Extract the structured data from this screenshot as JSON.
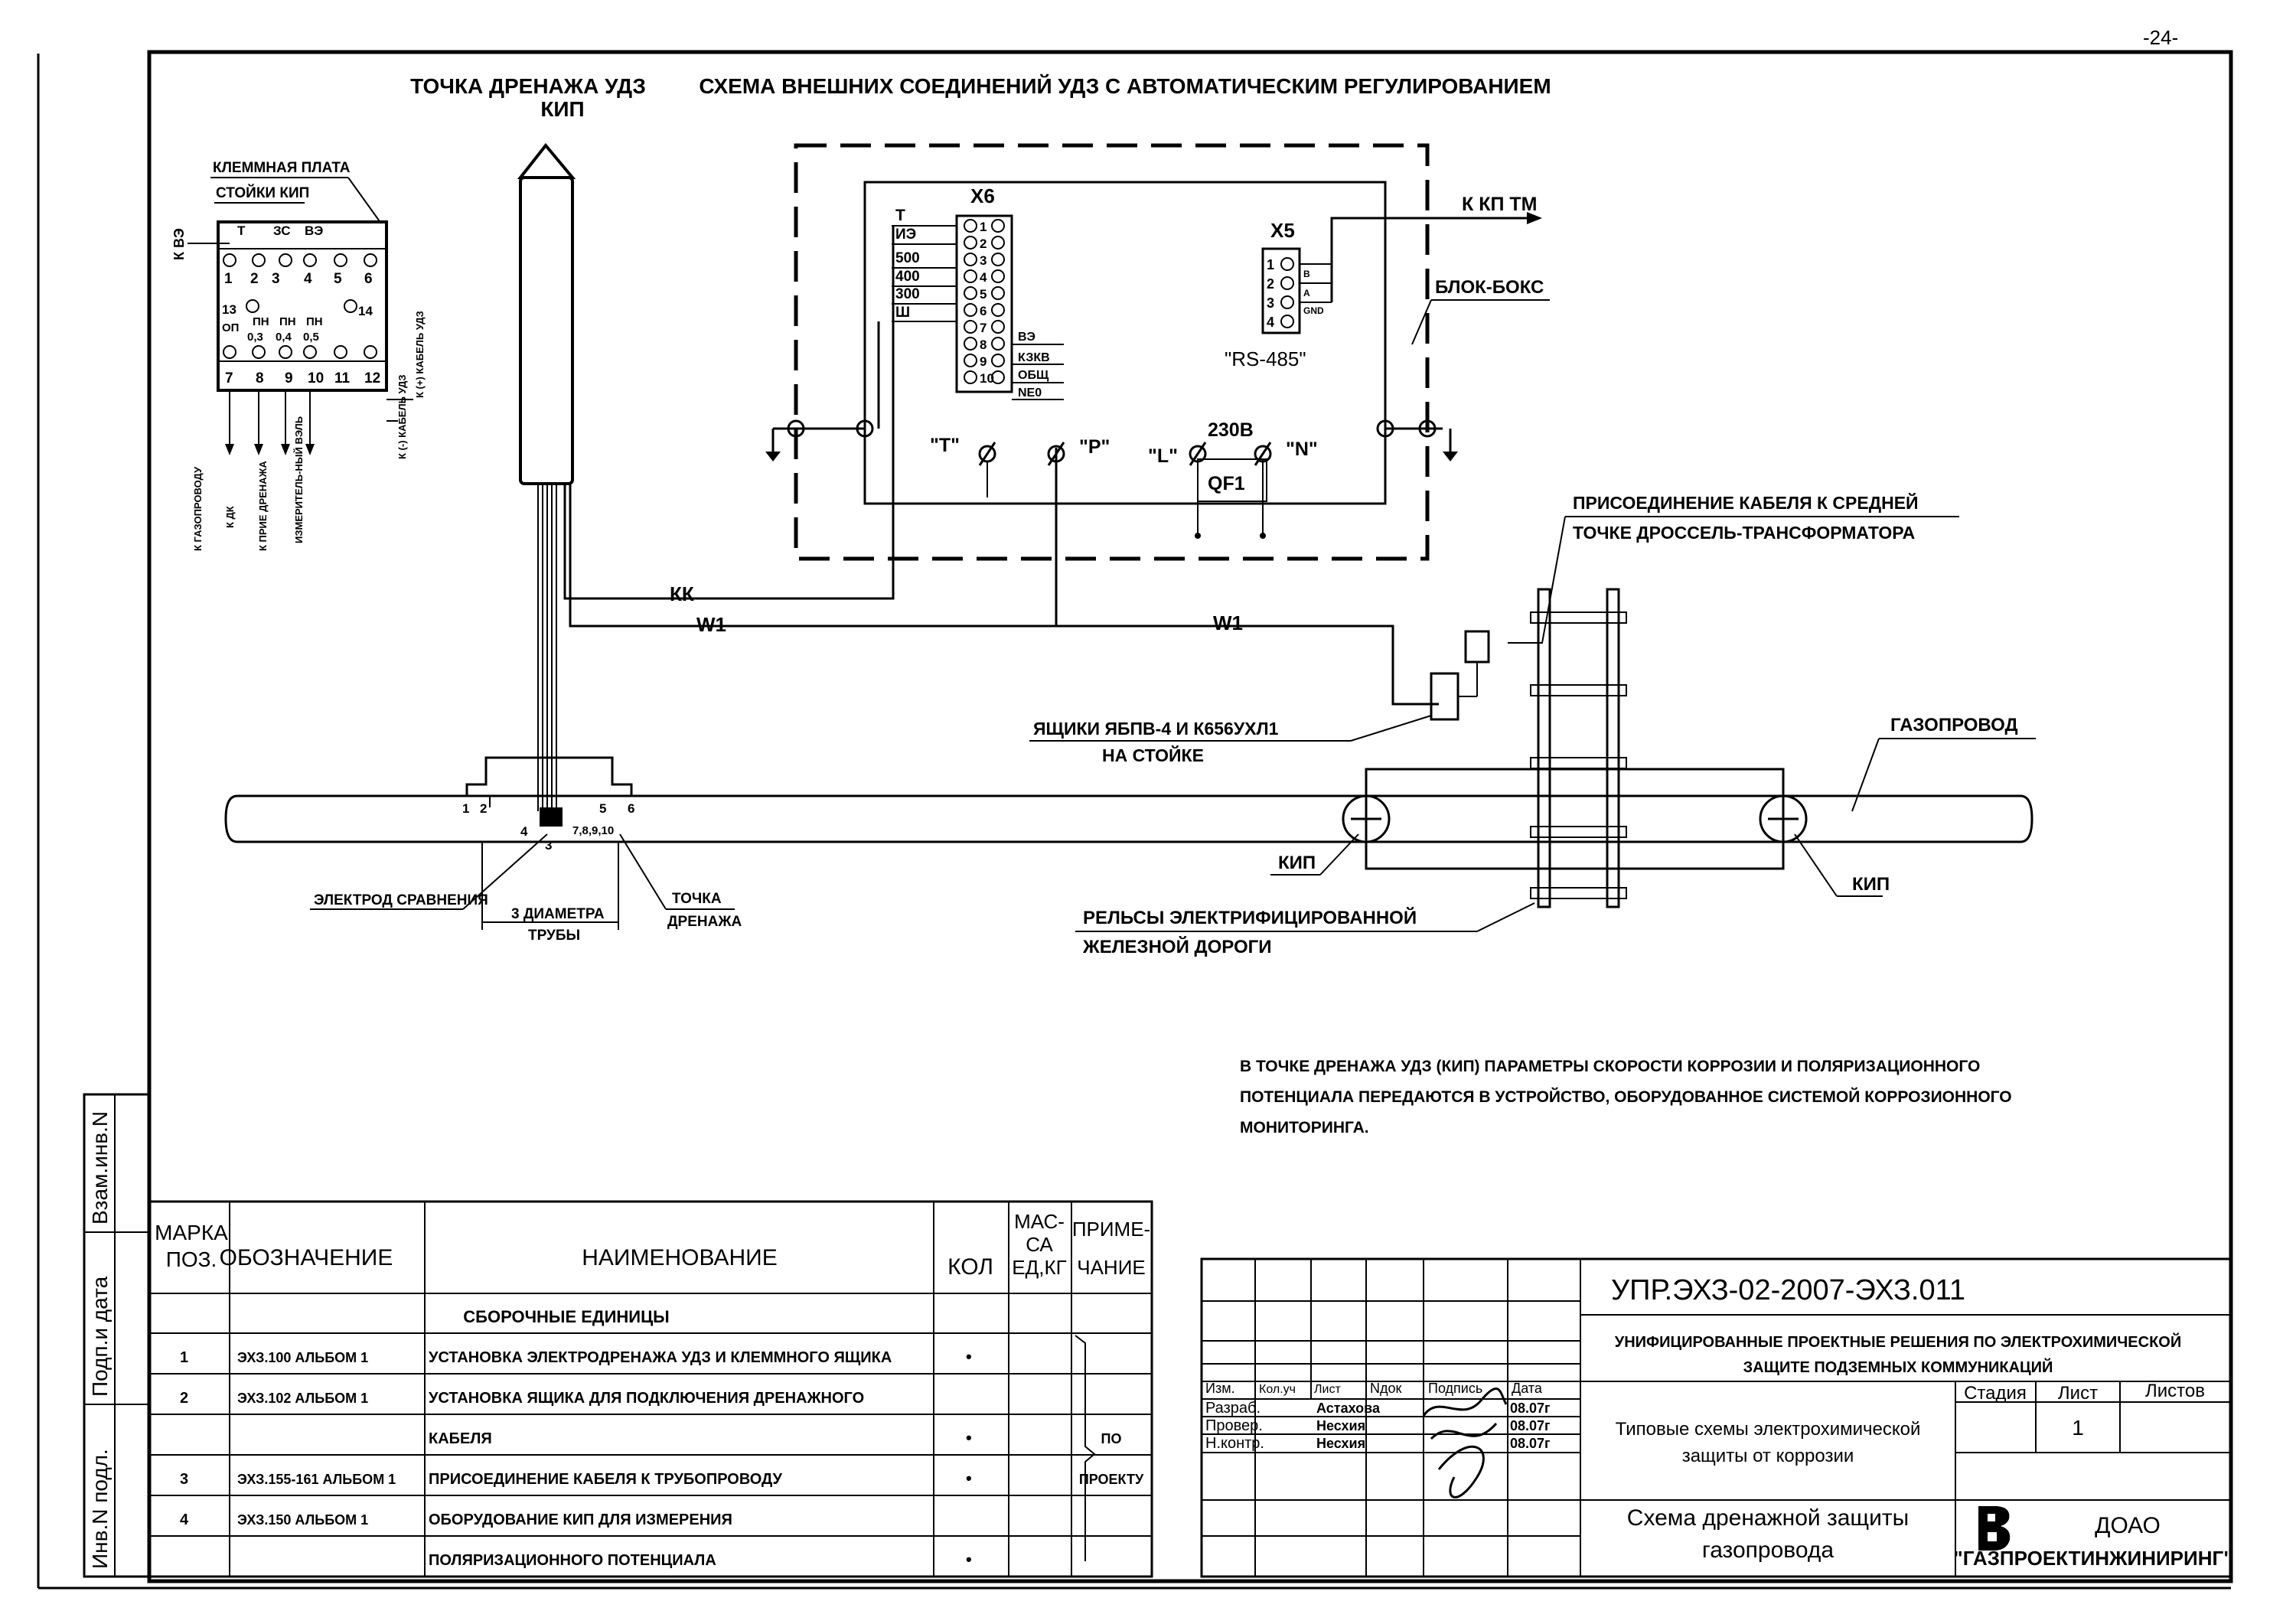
{
  "page_number": "-24-",
  "drainage_point": {
    "title": "ТОЧКА ДРЕНАЖА УДЗ",
    "subtitle": "КИП"
  },
  "scheme_title": "СХЕМА ВНЕШНИХ СОЕДИНЕНИЙ УДЗ С АВТОМАТИЧЕСКИМ РЕГУЛИРОВАНИЕМ",
  "terminal_board": {
    "title1": "КЛЕММНАЯ ПЛАТА",
    "title2": "СТОЙКИ КИП",
    "side_label": "К ВЭ",
    "top_labels": [
      "Т",
      "ЗС",
      "ВЭ"
    ],
    "row1": [
      "1",
      "2",
      "3",
      "4",
      "5",
      "6"
    ],
    "left13": "13",
    "op": "ОП",
    "right14": "14",
    "middle": [
      "ПН",
      "ПН",
      "ПН"
    ],
    "middle_vals": [
      "0,3",
      "0,4",
      "0,5"
    ],
    "row2": [
      "7",
      "8",
      "9",
      "10",
      "11",
      "12"
    ],
    "right_labels": [
      "К (+) КАБЕЛЬ УДЗ",
      "К (-) КАБЕЛЬ УДЗ"
    ],
    "bottom_labels": [
      "К ГАЗОПРОВОДУ",
      "К ДК",
      "К ПРИЕ ДРЕНАЖА",
      "ИЗМЕРИТЕЛЬ-НЫЙ ВЭЛЬ"
    ]
  },
  "x6": {
    "label": "Х6",
    "t": "Т",
    "left_labels": [
      "ИЭ",
      "500",
      "400",
      "300",
      "Ш"
    ],
    "right_labels": [
      "ВЭ",
      "КЗКВ",
      "ОБЩ",
      "NЕ0"
    ],
    "numbers": [
      "1",
      "2",
      "3",
      "4",
      "5",
      "6",
      "7",
      "8",
      "9",
      "10"
    ]
  },
  "x5": {
    "label": "Х5",
    "numbers": [
      "1",
      "2",
      "3",
      "4"
    ],
    "marks": [
      "В",
      "А",
      "GND"
    ],
    "protocol": "\"RS-485\"",
    "to_kp": "К КП ТМ"
  },
  "box_label": "БЛОК-БОКС",
  "terminals": {
    "t": "\"Т\"",
    "p": "\"Р\"",
    "l": "\"L\"",
    "n": "\"N\"",
    "voltage": "230В",
    "breaker": "QF1"
  },
  "cables": {
    "kk": "КК",
    "w1a": "W1",
    "w1b": "W1"
  },
  "connection_note1": "ПРИСОЕДИНЕНИЕ КАБЕЛЯ К СРЕДНЕЙ",
  "connection_note2": "ТОЧКЕ ДРОССЕЛЬ-ТРАНСФОРМАТОРА",
  "boxes_note1": "ЯЩИКИ ЯБПВ-4 И К656УХЛ1",
  "boxes_note2": "НА СТОЙКЕ",
  "gas_pipe": "ГАЗОПРОВОД",
  "kip_left": "КИП",
  "kip_right": "КИП",
  "rails1": "РЕЛЬСЫ ЭЛЕКТРИФИЦИРОВАННОЙ",
  "rails2": "ЖЕЛЕЗНОЙ ДОРОГИ",
  "pipe_points": {
    "p1": "1",
    "p2": "2",
    "p4": "4",
    "p3": "3",
    "p5": "5",
    "p6": "6",
    "p789": "7,8,9,10"
  },
  "electrode": "ЭЛЕКТРОД СРАВНЕНИЯ",
  "diameter1": "3 ДИАМЕТРА",
  "diameter2": "ТРУБЫ",
  "drain_point1": "ТОЧКА",
  "drain_point2": "ДРЕНАЖА",
  "note_lines": [
    "В ТОЧКЕ ДРЕНАЖА УДЗ (КИП) ПАРАМЕТРЫ СКОРОСТИ КОРРОЗИИ И ПОЛЯРИЗАЦИОННОГО",
    "ПОТЕНЦИАЛА ПЕРЕДАЮТСЯ В УСТРОЙСТВО, ОБОРУДОВАННОЕ СИСТЕМОЙ КОРРОЗИОННОГО",
    "МОНИТОРИНГА."
  ],
  "left_margin": [
    "Взам.инв.N",
    "Подп.и дата",
    "Инв.N подл."
  ],
  "spec": {
    "headers": {
      "mark1": "МАРКА",
      "mark2": "ПОЗ.",
      "designation": "ОБОЗНАЧЕНИЕ",
      "name": "НАИМЕНОВАНИЕ",
      "qty": "КОЛ",
      "mass1": "МАС-",
      "mass2": "СА",
      "mass3": "ЕД,КГ",
      "note1": "ПРИМЕ-",
      "note2": "ЧАНИЕ"
    },
    "section": "СБОРОЧНЫЕ ЕДИНИЦЫ",
    "rows": [
      {
        "pos": "1",
        "des": "ЭХЗ.100 АЛЬБОМ 1",
        "name": "УСТАНОВКА ЭЛЕКТРОДРЕНАЖА УДЗ И КЛЕММНОГО ЯЩИКА",
        "qty": "•",
        "note": ""
      },
      {
        "pos": "2",
        "des": "ЭХЗ.102 АЛЬБОМ 1",
        "name": "УСТАНОВКА ЯЩИКА ДЛЯ ПОДКЛЮЧЕНИЯ ДРЕНАЖНОГО",
        "qty": "",
        "note": ""
      },
      {
        "pos": "",
        "des": "",
        "name": "КАБЕЛЯ",
        "qty": "•",
        "note": "ПО"
      },
      {
        "pos": "3",
        "des": "ЭХЗ.155-161 АЛЬБОМ 1",
        "name": "ПРИСОЕДИНЕНИЕ КАБЕЛЯ К ТРУБОПРОВОДУ",
        "qty": "•",
        "note": "ПРОЕКТУ"
      },
      {
        "pos": "4",
        "des": "ЭХЗ.150 АЛЬБОМ 1",
        "name": "ОБОРУДОВАНИЕ КИП ДЛЯ ИЗМЕРЕНИЯ",
        "qty": "",
        "note": ""
      },
      {
        "pos": "",
        "des": "",
        "name": "ПОЛЯРИЗАЦИОННОГО ПОТЕНЦИАЛА",
        "qty": "•",
        "note": ""
      }
    ]
  },
  "title_block": {
    "code": "УПР.ЭХЗ-02-2007-ЭХЗ.011",
    "project1": "УНИФИЦИРОВАННЫЕ ПРОЕКТНЫЕ РЕШЕНИЯ ПО ЭЛЕКТРОХИМИЧЕСКОЙ",
    "project2": "ЗАЩИТЕ ПОДЗЕМНЫХ КОММУНИКАЦИЙ",
    "cols": [
      "Изм.",
      "Кол.уч",
      "Лист",
      "Nдок",
      "Подпись",
      "Дата"
    ],
    "people": [
      {
        "role": "Разраб.",
        "name": "Астахова",
        "date": "08.07г"
      },
      {
        "role": "Провер.",
        "name": "Несхия",
        "date": "08.07г"
      },
      {
        "role": "Н.контр.",
        "name": "Несхия",
        "date": "08.07г"
      }
    ],
    "subject1": "Типовые схемы электрохимической",
    "subject2": "защиты от коррозии",
    "stage": "Стадия",
    "sheet": "Лист",
    "sheets": "Листов",
    "sheet_num": "1",
    "drawing1": "Схема дренажной защиты",
    "drawing2": "газопровода",
    "org1": "ДОАО",
    "org2": "\"ГАЗПРОЕКТИНЖИНИРИНГ\""
  }
}
